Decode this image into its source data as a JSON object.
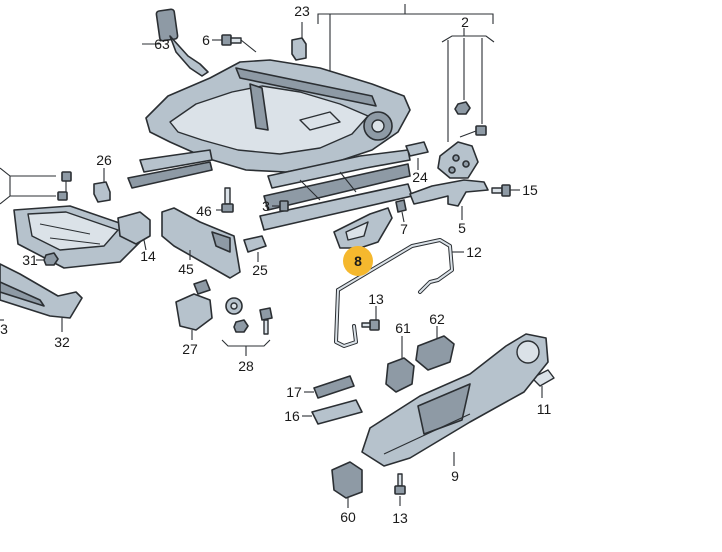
{
  "callouts": {
    "c2": "2",
    "c3a": "3",
    "c3b": "3",
    "c5": "5",
    "c6": "6",
    "c7": "7",
    "c8": "8",
    "c9": "9",
    "c11": "11",
    "c12": "12",
    "c13a": "13",
    "c13b": "13",
    "c14": "14",
    "c15": "15",
    "c16": "16",
    "c17": "17",
    "c23": "23",
    "c24": "24",
    "c25": "25",
    "c26": "26",
    "c27": "27",
    "c28": "28",
    "c31": "31",
    "c32": "32",
    "c45": "45",
    "c46": "46",
    "c60": "60",
    "c61": "61",
    "c62": "62",
    "c63": "63"
  },
  "colors": {
    "part_fill": "#b6c2cc",
    "line": "#2b2f33",
    "highlight": "#f5b82e"
  },
  "highlighted_callout": "8"
}
